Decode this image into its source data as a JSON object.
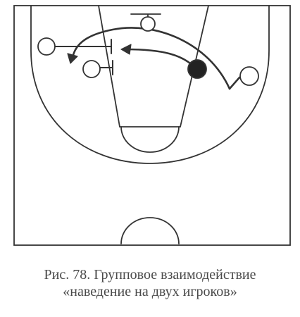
{
  "caption": {
    "line1": "Рис. 78. Групповое взаимодействие",
    "line2": "«наведение на двух игроков»"
  },
  "colors": {
    "ink": "#333333",
    "player_defender": "#222222",
    "caption_text": "#4a4a4a"
  },
  "players": {
    "offense_left_top": {
      "shape": "circle-outline"
    },
    "offense_left_mid": {
      "shape": "circle-outline"
    },
    "offense_right": {
      "shape": "circle-outline"
    },
    "offense_top_center": {
      "shape": "circle-outline"
    },
    "ball_handler": {
      "shape": "circle-filled"
    }
  }
}
